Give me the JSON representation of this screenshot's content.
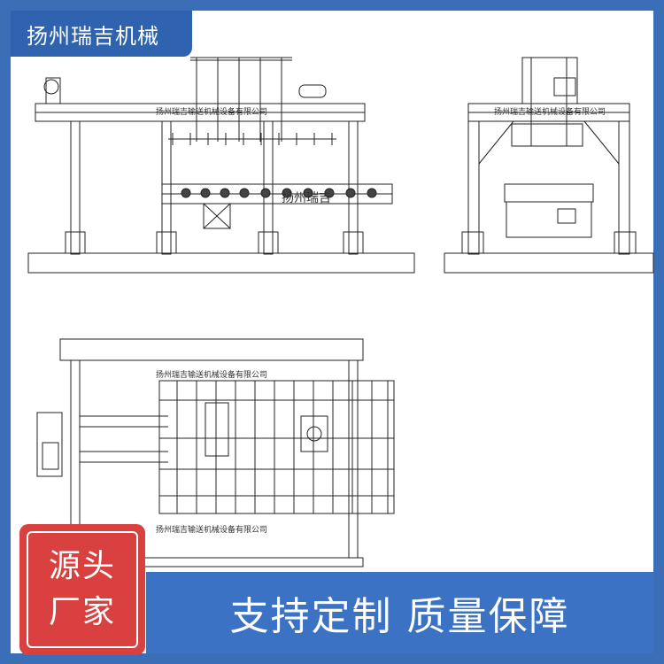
{
  "brand": {
    "name": "扬州瑞吉机械"
  },
  "drawing": {
    "company_label": "扬州瑞吉输送机械设备有限公司",
    "handwritten_mark": "扬州瑞吉"
  },
  "badge": {
    "line1": "源头",
    "line2": "厂家"
  },
  "promo": {
    "text": "支持定制 质量保障"
  },
  "colors": {
    "frame_blue": "#3a6fb7",
    "promo_blue": "#3b72c3",
    "badge_red": "#d94040"
  }
}
